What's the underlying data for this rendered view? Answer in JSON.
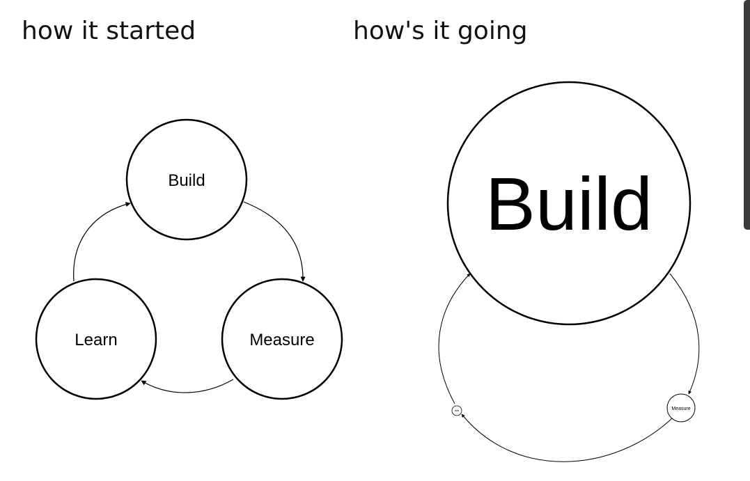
{
  "headings": {
    "left": "how it started",
    "right": "how's it going"
  },
  "left_diagram": {
    "nodes": {
      "build": "Build",
      "measure": "Measure",
      "learn": "Learn"
    }
  },
  "right_diagram": {
    "nodes": {
      "build": "Build",
      "measure": "Measure",
      "learn": ""
    }
  },
  "colors": {
    "stroke": "#000000",
    "background": "#ffffff",
    "scrollbar": "#3a3a3a"
  }
}
